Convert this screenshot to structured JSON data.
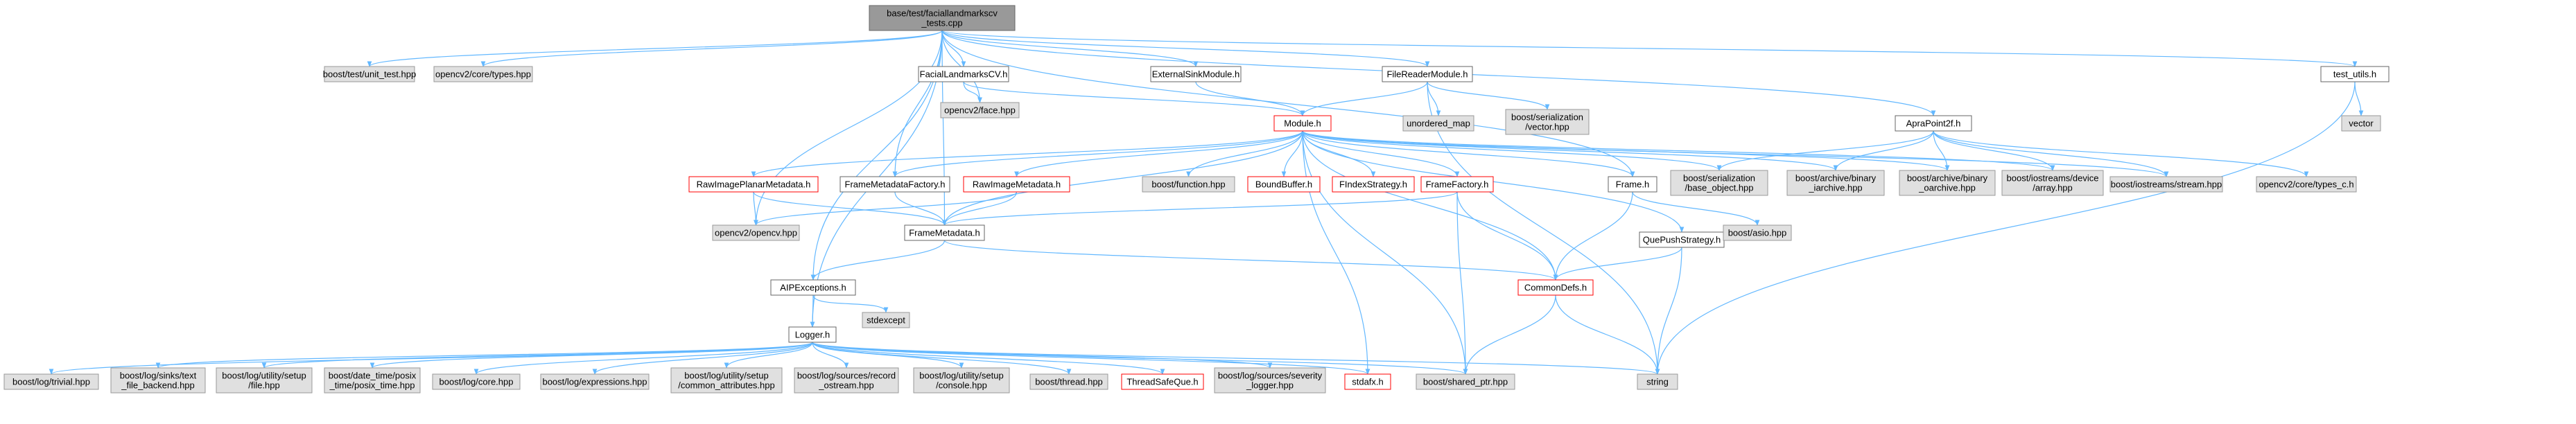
{
  "colors": {
    "edge": "#63B8FF",
    "root_fill": "#999999",
    "root_stroke": "#666666",
    "node_fill": "#ffffff",
    "node_stroke": "#666666",
    "ext_fill": "#E0E0E0",
    "ext_stroke": "#999999",
    "trunc_stroke": "#FF0000"
  },
  "nodes": [
    {
      "id": "root",
      "kind": "root",
      "lines": [
        "base/test/faciallandmarkscv",
        "_tests.cpp"
      ]
    },
    {
      "id": "unit_test",
      "kind": "ext",
      "lines": [
        "boost/test/unit_test.hpp"
      ]
    },
    {
      "id": "cv_types",
      "kind": "ext",
      "lines": [
        "opencv2/core/types.hpp"
      ]
    },
    {
      "id": "facial_cv",
      "kind": "node",
      "lines": [
        "FacialLandmarksCV.h"
      ]
    },
    {
      "id": "ext_sink",
      "kind": "node",
      "lines": [
        "ExternalSinkModule.h"
      ]
    },
    {
      "id": "file_reader",
      "kind": "node",
      "lines": [
        "FileReaderModule.h"
      ]
    },
    {
      "id": "test_utils",
      "kind": "node",
      "lines": [
        "test_utils.h"
      ]
    },
    {
      "id": "face_hpp",
      "kind": "ext",
      "lines": [
        "opencv2/face.hpp"
      ]
    },
    {
      "id": "module_h",
      "kind": "trunc",
      "lines": [
        "Module.h"
      ]
    },
    {
      "id": "unordered_map",
      "kind": "ext",
      "lines": [
        "unordered_map"
      ]
    },
    {
      "id": "ser_vector",
      "kind": "ext",
      "lines": [
        "boost/serialization",
        "/vector.hpp"
      ]
    },
    {
      "id": "apra_point",
      "kind": "node",
      "lines": [
        "ApraPoint2f.h"
      ]
    },
    {
      "id": "vector",
      "kind": "ext",
      "lines": [
        "vector"
      ]
    },
    {
      "id": "raw_planar",
      "kind": "trunc",
      "lines": [
        "RawImagePlanarMetadata.h"
      ]
    },
    {
      "id": "fm_factory",
      "kind": "node",
      "lines": [
        "FrameMetadataFactory.h"
      ]
    },
    {
      "id": "raw_meta",
      "kind": "trunc",
      "lines": [
        "RawImageMetadata.h"
      ]
    },
    {
      "id": "boost_function",
      "kind": "ext",
      "lines": [
        "boost/function.hpp"
      ]
    },
    {
      "id": "bound_buffer",
      "kind": "trunc",
      "lines": [
        "BoundBuffer.h"
      ]
    },
    {
      "id": "findex",
      "kind": "trunc",
      "lines": [
        "FIndexStrategy.h"
      ]
    },
    {
      "id": "frame_factory",
      "kind": "trunc",
      "lines": [
        "FrameFactory.h"
      ]
    },
    {
      "id": "frame_h",
      "kind": "node",
      "lines": [
        "Frame.h"
      ]
    },
    {
      "id": "ser_base",
      "kind": "ext",
      "lines": [
        "boost/serialization",
        "/base_object.hpp"
      ]
    },
    {
      "id": "arch_in",
      "kind": "ext",
      "lines": [
        "boost/archive/binary",
        "_iarchive.hpp"
      ]
    },
    {
      "id": "arch_out",
      "kind": "ext",
      "lines": [
        "boost/archive/binary",
        "_oarchive.hpp"
      ]
    },
    {
      "id": "io_array",
      "kind": "ext",
      "lines": [
        "boost/iostreams/device",
        "/array.hpp"
      ]
    },
    {
      "id": "io_stream",
      "kind": "ext",
      "lines": [
        "boost/iostreams/stream.hpp"
      ]
    },
    {
      "id": "types_c",
      "kind": "ext",
      "lines": [
        "opencv2/core/types_c.h"
      ]
    },
    {
      "id": "opencv_hpp",
      "kind": "ext",
      "lines": [
        "opencv2/opencv.hpp"
      ]
    },
    {
      "id": "frame_meta",
      "kind": "node",
      "lines": [
        "FrameMetadata.h"
      ]
    },
    {
      "id": "qpush",
      "kind": "node",
      "lines": [
        "QuePushStrategy.h"
      ]
    },
    {
      "id": "asio",
      "kind": "ext",
      "lines": [
        "boost/asio.hpp"
      ]
    },
    {
      "id": "aip_exc",
      "kind": "node",
      "lines": [
        "AIPExceptions.h"
      ]
    },
    {
      "id": "common_defs",
      "kind": "trunc",
      "lines": [
        "CommonDefs.h"
      ]
    },
    {
      "id": "stdexcept",
      "kind": "ext",
      "lines": [
        "stdexcept"
      ]
    },
    {
      "id": "logger",
      "kind": "node",
      "lines": [
        "Logger.h"
      ]
    },
    {
      "id": "log_trivial",
      "kind": "ext",
      "lines": [
        "boost/log/trivial.hpp"
      ]
    },
    {
      "id": "log_sinks",
      "kind": "ext",
      "lines": [
        "boost/log/sinks/text",
        "_file_backend.hpp"
      ]
    },
    {
      "id": "log_setup_file",
      "kind": "ext",
      "lines": [
        "boost/log/utility/setup",
        "/file.hpp"
      ]
    },
    {
      "id": "posix_time",
      "kind": "ext",
      "lines": [
        "boost/date_time/posix",
        "_time/posix_time.hpp"
      ]
    },
    {
      "id": "log_core",
      "kind": "ext",
      "lines": [
        "boost/log/core.hpp"
      ]
    },
    {
      "id": "log_expr",
      "kind": "ext",
      "lines": [
        "boost/log/expressions.hpp"
      ]
    },
    {
      "id": "log_attrs",
      "kind": "ext",
      "lines": [
        "boost/log/utility/setup",
        "/common_attributes.hpp"
      ]
    },
    {
      "id": "log_record",
      "kind": "ext",
      "lines": [
        "boost/log/sources/record",
        "_ostream.hpp"
      ]
    },
    {
      "id": "log_console",
      "kind": "ext",
      "lines": [
        "boost/log/utility/setup",
        "/console.hpp"
      ]
    },
    {
      "id": "thread_hpp",
      "kind": "ext",
      "lines": [
        "boost/thread.hpp"
      ]
    },
    {
      "id": "threadsafe",
      "kind": "trunc",
      "lines": [
        "ThreadSafeQue.h"
      ]
    },
    {
      "id": "log_severity",
      "kind": "ext",
      "lines": [
        "boost/log/sources/severity",
        "_logger.hpp"
      ]
    },
    {
      "id": "stdafx",
      "kind": "trunc",
      "lines": [
        "stdafx.h"
      ]
    },
    {
      "id": "shared_ptr",
      "kind": "ext",
      "lines": [
        "boost/shared_ptr.hpp"
      ]
    },
    {
      "id": "string",
      "kind": "ext",
      "lines": [
        "string"
      ]
    }
  ]
}
